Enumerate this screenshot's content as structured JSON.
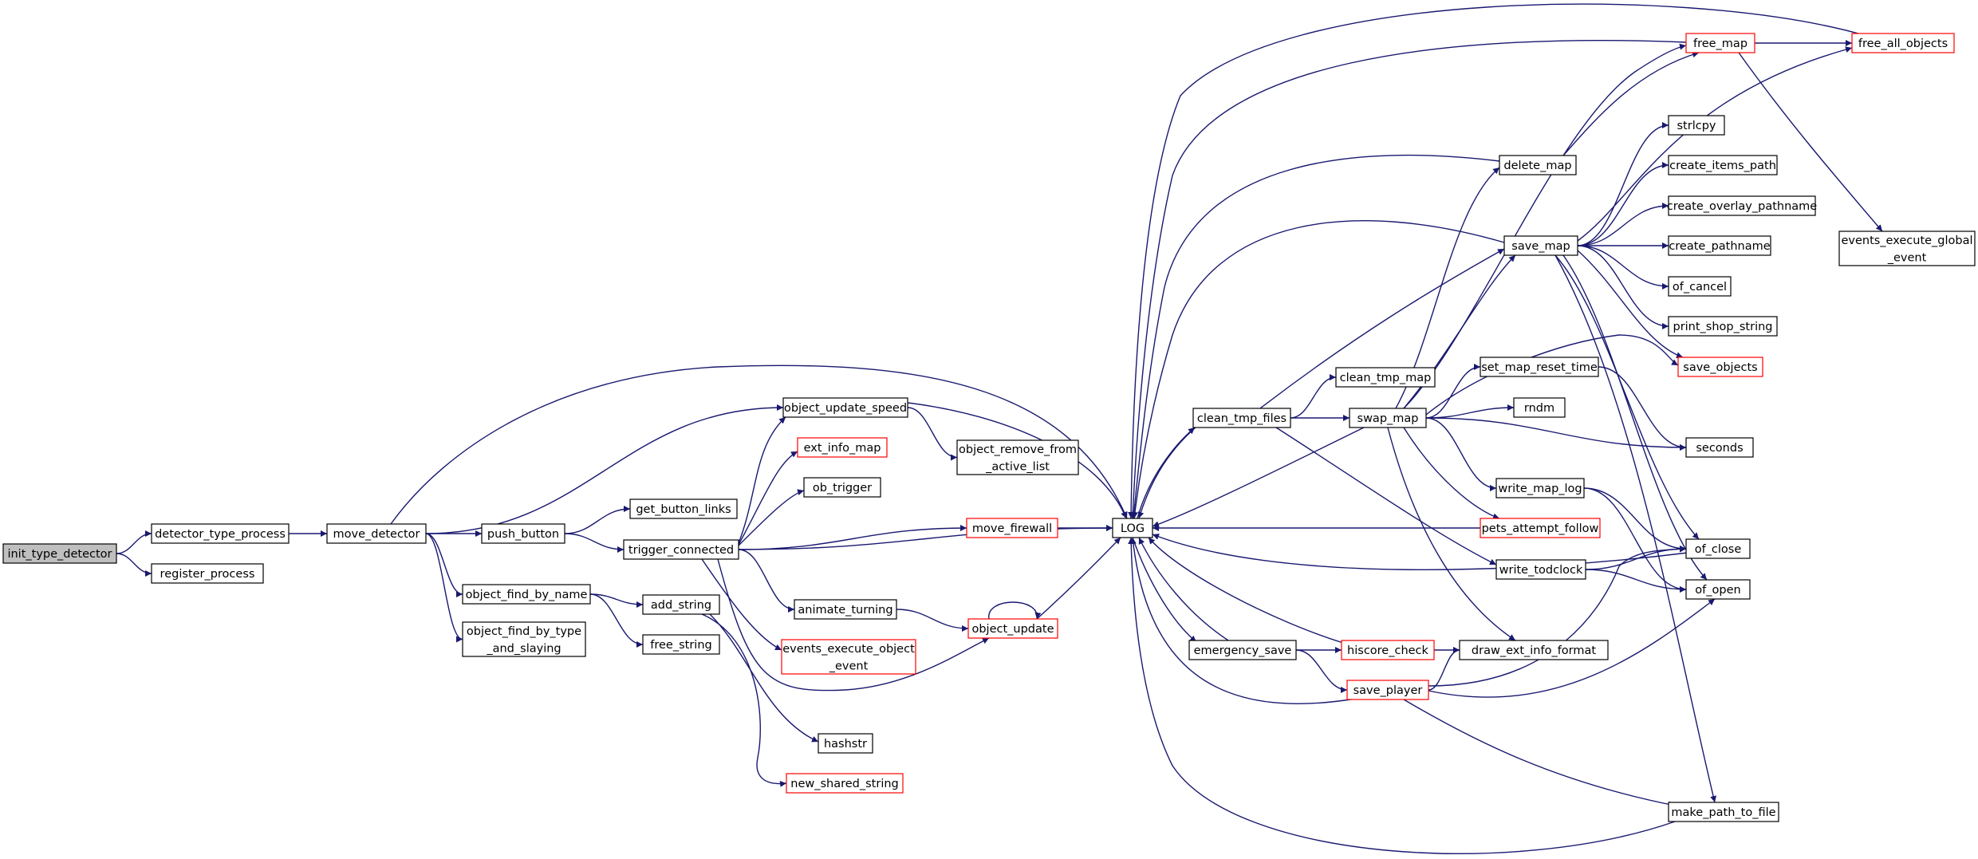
{
  "colors": {
    "edge": "#191970",
    "node_border": "#000000",
    "node_border_truncated": "#ff0000",
    "root_fill": "#bfbfbf",
    "node_fill": "#ffffff"
  },
  "nodes": [
    {
      "id": "init_type_detector",
      "lines": [
        "init_type_detector"
      ],
      "style": "root"
    },
    {
      "id": "detector_type_process",
      "lines": [
        "detector_type_process"
      ],
      "style": "normal"
    },
    {
      "id": "register_process",
      "lines": [
        "register_process"
      ],
      "style": "normal"
    },
    {
      "id": "move_detector",
      "lines": [
        "move_detector"
      ],
      "style": "normal"
    },
    {
      "id": "object_update_speed",
      "lines": [
        "object_update_speed"
      ],
      "style": "normal"
    },
    {
      "id": "push_button",
      "lines": [
        "push_button"
      ],
      "style": "normal"
    },
    {
      "id": "object_find_by_name",
      "lines": [
        "object_find_by_name"
      ],
      "style": "normal"
    },
    {
      "id": "object_find_by_type_and_slaying",
      "lines": [
        "object_find_by_type",
        "_and_slaying"
      ],
      "style": "normal"
    },
    {
      "id": "get_button_links",
      "lines": [
        "get_button_links"
      ],
      "style": "normal"
    },
    {
      "id": "trigger_connected",
      "lines": [
        "trigger_connected"
      ],
      "style": "normal"
    },
    {
      "id": "add_string",
      "lines": [
        "add_string"
      ],
      "style": "normal"
    },
    {
      "id": "free_string",
      "lines": [
        "free_string"
      ],
      "style": "normal"
    },
    {
      "id": "ext_info_map",
      "lines": [
        "ext_info_map"
      ],
      "style": "truncated"
    },
    {
      "id": "ob_trigger",
      "lines": [
        "ob_trigger"
      ],
      "style": "normal"
    },
    {
      "id": "move_firewall",
      "lines": [
        "move_firewall"
      ],
      "style": "truncated"
    },
    {
      "id": "animate_turning",
      "lines": [
        "animate_turning"
      ],
      "style": "normal"
    },
    {
      "id": "events_execute_object_event",
      "lines": [
        "events_execute_object",
        "_event"
      ],
      "style": "truncated"
    },
    {
      "id": "hashstr",
      "lines": [
        "hashstr"
      ],
      "style": "normal"
    },
    {
      "id": "new_shared_string",
      "lines": [
        "new_shared_string"
      ],
      "style": "truncated"
    },
    {
      "id": "object_remove_from_active_list",
      "lines": [
        "object_remove_from",
        "_active_list"
      ],
      "style": "normal"
    },
    {
      "id": "object_update",
      "lines": [
        "object_update"
      ],
      "style": "truncated"
    },
    {
      "id": "LOG",
      "lines": [
        "LOG"
      ],
      "style": "normal"
    },
    {
      "id": "clean_tmp_files",
      "lines": [
        "clean_tmp_files"
      ],
      "style": "normal"
    },
    {
      "id": "emergency_save",
      "lines": [
        "emergency_save"
      ],
      "style": "normal"
    },
    {
      "id": "clean_tmp_map",
      "lines": [
        "clean_tmp_map"
      ],
      "style": "normal"
    },
    {
      "id": "swap_map",
      "lines": [
        "swap_map"
      ],
      "style": "normal"
    },
    {
      "id": "write_todclock",
      "lines": [
        "write_todclock"
      ],
      "style": "normal"
    },
    {
      "id": "hiscore_check",
      "lines": [
        "hiscore_check"
      ],
      "style": "truncated"
    },
    {
      "id": "save_player",
      "lines": [
        "save_player"
      ],
      "style": "truncated"
    },
    {
      "id": "delete_map",
      "lines": [
        "delete_map"
      ],
      "style": "normal"
    },
    {
      "id": "save_map",
      "lines": [
        "save_map"
      ],
      "style": "normal"
    },
    {
      "id": "set_map_reset_time",
      "lines": [
        "set_map_reset_time"
      ],
      "style": "normal"
    },
    {
      "id": "rndm",
      "lines": [
        "rndm"
      ],
      "style": "normal"
    },
    {
      "id": "write_map_log",
      "lines": [
        "write_map_log"
      ],
      "style": "normal"
    },
    {
      "id": "pets_attempt_follow",
      "lines": [
        "pets_attempt_follow"
      ],
      "style": "truncated"
    },
    {
      "id": "draw_ext_info_format",
      "lines": [
        "draw_ext_info_format"
      ],
      "style": "normal"
    },
    {
      "id": "free_map",
      "lines": [
        "free_map"
      ],
      "style": "truncated"
    },
    {
      "id": "strlcpy",
      "lines": [
        "strlcpy"
      ],
      "style": "normal"
    },
    {
      "id": "create_items_path",
      "lines": [
        "create_items_path"
      ],
      "style": "normal"
    },
    {
      "id": "create_overlay_pathname",
      "lines": [
        "create_overlay_pathname"
      ],
      "style": "normal"
    },
    {
      "id": "create_pathname",
      "lines": [
        "create_pathname"
      ],
      "style": "normal"
    },
    {
      "id": "of_cancel",
      "lines": [
        "of_cancel"
      ],
      "style": "normal"
    },
    {
      "id": "print_shop_string",
      "lines": [
        "print_shop_string"
      ],
      "style": "normal"
    },
    {
      "id": "save_objects",
      "lines": [
        "save_objects"
      ],
      "style": "truncated"
    },
    {
      "id": "seconds",
      "lines": [
        "seconds"
      ],
      "style": "normal"
    },
    {
      "id": "of_close",
      "lines": [
        "of_close"
      ],
      "style": "normal"
    },
    {
      "id": "of_open",
      "lines": [
        "of_open"
      ],
      "style": "normal"
    },
    {
      "id": "make_path_to_file",
      "lines": [
        "make_path_to_file"
      ],
      "style": "normal"
    },
    {
      "id": "free_all_objects",
      "lines": [
        "free_all_objects"
      ],
      "style": "truncated"
    },
    {
      "id": "events_execute_global_event",
      "lines": [
        "events_execute_global",
        "_event"
      ],
      "style": "normal"
    }
  ],
  "edges": [
    [
      "init_type_detector",
      "detector_type_process"
    ],
    [
      "init_type_detector",
      "register_process"
    ],
    [
      "detector_type_process",
      "move_detector"
    ],
    [
      "move_detector",
      "LOG"
    ],
    [
      "move_detector",
      "object_update_speed"
    ],
    [
      "move_detector",
      "push_button"
    ],
    [
      "move_detector",
      "object_find_by_name"
    ],
    [
      "move_detector",
      "object_find_by_type_and_slaying"
    ],
    [
      "object_update_speed",
      "LOG"
    ],
    [
      "object_update_speed",
      "object_remove_from_active_list"
    ],
    [
      "push_button",
      "get_button_links"
    ],
    [
      "push_button",
      "trigger_connected"
    ],
    [
      "object_find_by_name",
      "add_string"
    ],
    [
      "object_find_by_name",
      "free_string"
    ],
    [
      "trigger_connected",
      "object_update_speed"
    ],
    [
      "trigger_connected",
      "ext_info_map"
    ],
    [
      "trigger_connected",
      "ob_trigger"
    ],
    [
      "trigger_connected",
      "move_firewall"
    ],
    [
      "trigger_connected",
      "LOG"
    ],
    [
      "trigger_connected",
      "animate_turning"
    ],
    [
      "trigger_connected",
      "events_execute_object_event"
    ],
    [
      "trigger_connected",
      "object_update"
    ],
    [
      "add_string",
      "hashstr"
    ],
    [
      "add_string",
      "new_shared_string"
    ],
    [
      "move_firewall",
      "LOG"
    ],
    [
      "animate_turning",
      "object_update"
    ],
    [
      "object_update",
      "object_update"
    ],
    [
      "object_update",
      "LOG"
    ],
    [
      "LOG",
      "clean_tmp_files"
    ],
    [
      "LOG",
      "emergency_save"
    ],
    [
      "clean_tmp_files",
      "LOG"
    ],
    [
      "clean_tmp_files",
      "clean_tmp_map"
    ],
    [
      "clean_tmp_files",
      "swap_map"
    ],
    [
      "clean_tmp_files",
      "save_map"
    ],
    [
      "clean_tmp_files",
      "write_todclock"
    ],
    [
      "emergency_save",
      "LOG"
    ],
    [
      "emergency_save",
      "hiscore_check"
    ],
    [
      "emergency_save",
      "save_player"
    ],
    [
      "swap_map",
      "LOG"
    ],
    [
      "swap_map",
      "delete_map"
    ],
    [
      "swap_map",
      "save_map"
    ],
    [
      "swap_map",
      "set_map_reset_time"
    ],
    [
      "swap_map",
      "rndm"
    ],
    [
      "swap_map",
      "seconds"
    ],
    [
      "swap_map",
      "write_map_log"
    ],
    [
      "swap_map",
      "pets_attempt_follow"
    ],
    [
      "swap_map",
      "draw_ext_info_format"
    ],
    [
      "swap_map",
      "free_map"
    ],
    [
      "swap_map",
      "save_objects"
    ],
    [
      "write_todclock",
      "of_close"
    ],
    [
      "write_todclock",
      "of_open"
    ],
    [
      "hiscore_check",
      "LOG"
    ],
    [
      "hiscore_check",
      "draw_ext_info_format"
    ],
    [
      "save_player",
      "LOG"
    ],
    [
      "save_player",
      "draw_ext_info_format"
    ],
    [
      "save_player",
      "of_close"
    ],
    [
      "save_player",
      "of_open"
    ],
    [
      "save_player",
      "make_path_to_file"
    ],
    [
      "delete_map",
      "LOG"
    ],
    [
      "delete_map",
      "free_map"
    ],
    [
      "save_map",
      "LOG"
    ],
    [
      "save_map",
      "free_all_objects"
    ],
    [
      "save_map",
      "strlcpy"
    ],
    [
      "save_map",
      "create_items_path"
    ],
    [
      "save_map",
      "create_overlay_pathname"
    ],
    [
      "save_map",
      "create_pathname"
    ],
    [
      "save_map",
      "of_cancel"
    ],
    [
      "save_map",
      "print_shop_string"
    ],
    [
      "save_map",
      "save_objects"
    ],
    [
      "save_map",
      "of_close"
    ],
    [
      "save_map",
      "of_open"
    ],
    [
      "save_map",
      "make_path_to_file"
    ],
    [
      "set_map_reset_time",
      "seconds"
    ],
    [
      "write_map_log",
      "of_close"
    ],
    [
      "write_map_log",
      "of_open"
    ],
    [
      "pets_attempt_follow",
      "LOG"
    ],
    [
      "of_close",
      "LOG"
    ],
    [
      "free_map",
      "LOG"
    ],
    [
      "free_map",
      "free_all_objects"
    ],
    [
      "free_map",
      "events_execute_global_event"
    ],
    [
      "make_path_to_file",
      "LOG"
    ],
    [
      "free_all_objects",
      "LOG"
    ]
  ]
}
